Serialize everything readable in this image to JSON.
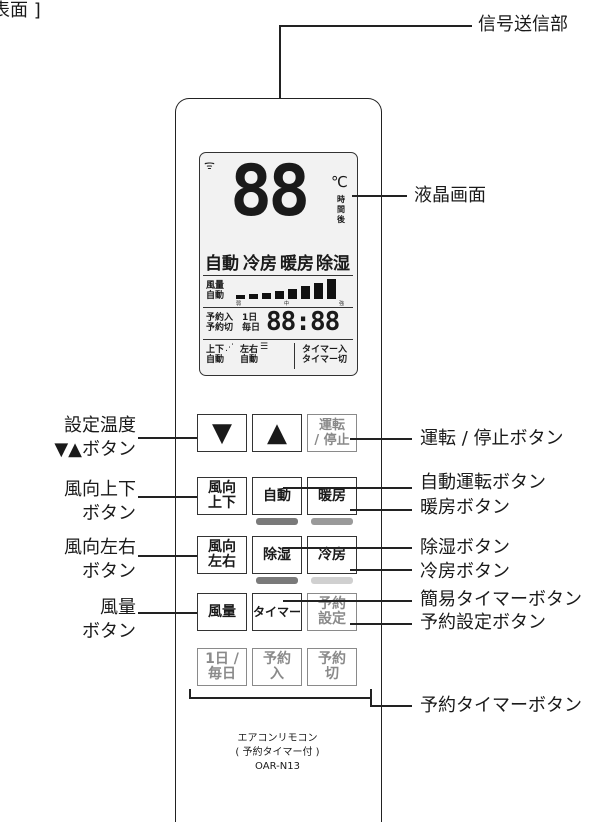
{
  "corner_label": "表面 ]",
  "callouts": {
    "signal": "信号送信部",
    "lcd": "液晶画面",
    "run_stop": "運転 / 停止ボタン",
    "auto_run": "自動運転ボタン",
    "heat": "暖房ボタン",
    "dehumid": "除湿ボタン",
    "cool": "冷房ボタン",
    "simple_timer": "簡易タイマーボタン",
    "reserve_set": "予約設定ボタン",
    "reserve_timer": "予約タイマーボタン"
  },
  "left_labels": {
    "temp_line1": "設定温度",
    "temp_line2": "▼▲ボタン",
    "vert_line1": "風向上下",
    "vert_line2": "ボタン",
    "horiz_line1": "風向左右",
    "horiz_line2": "ボタン",
    "fan_line1": "風量",
    "fan_line2": "ボタン"
  },
  "lcd": {
    "big_digits": "88",
    "unit": "℃",
    "time_label": "時\n間\n後",
    "modes": [
      "自動",
      "冷房",
      "暖房",
      "除湿"
    ],
    "fan_label": "風量\n自動",
    "fan_scale": [
      "弱",
      "中",
      "強"
    ],
    "reserve_label": "予約入\n予約切",
    "day_label": "1日\n毎日",
    "clock": "88:88",
    "vert_label": "上下\n自動",
    "horiz_label": "左右\n自動",
    "timer_label": "タイマー入\nタイマー切"
  },
  "buttons": {
    "temp_down": "▼",
    "temp_up": "▲",
    "run_stop": "運転\n/ 停止",
    "vert": "風向\n上下",
    "auto": "自動",
    "heat": "暖房",
    "horiz": "風向\n左右",
    "dehumid": "除湿",
    "cool": "冷房",
    "fan": "風量",
    "timer": "タイマー",
    "reserve_set": "予約\n設定",
    "day": "1日 /\n毎日",
    "reserve_on": "予約\n入",
    "reserve_off": "予約\n切"
  },
  "model": {
    "line1": "エアコンリモコン",
    "line2": "( 予約タイマー付 )",
    "line3": "OAR-N13"
  },
  "colors": {
    "auto_strip": "#7a7a7a",
    "heat_strip": "#9a9a9a",
    "dehumid_strip": "#7a7a7a",
    "cool_strip": "#d0d0d0"
  }
}
